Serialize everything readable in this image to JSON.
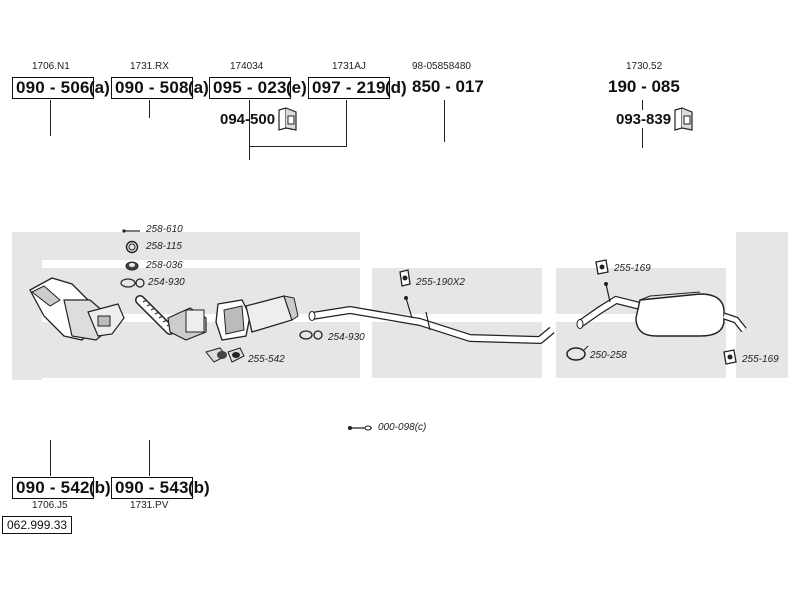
{
  "top_refs": [
    {
      "ref": "1706.N1",
      "part": "090 - 506",
      "suffix": "(a)"
    },
    {
      "ref": "1731.RX",
      "part": "090 - 508",
      "suffix": "(a)"
    },
    {
      "ref": "174034",
      "part": "095 - 023",
      "suffix": "(e)"
    },
    {
      "ref": "1731AJ",
      "part": "097 - 219",
      "suffix": "(d)"
    },
    {
      "ref": "98-05858480",
      "part": "850 - 017",
      "suffix": ""
    },
    {
      "ref": "1730.52",
      "part": "190 - 085",
      "suffix": ""
    }
  ],
  "sub_parts": [
    {
      "part": "094-500"
    },
    {
      "part": "093-839"
    }
  ],
  "bottom_refs": [
    {
      "ref": "1706.J5",
      "part": "090 - 542",
      "suffix": "(b)"
    },
    {
      "ref": "1731.PV",
      "part": "090 - 543",
      "suffix": "(b)"
    }
  ],
  "callouts": [
    {
      "label": "258-610"
    },
    {
      "label": "258-115"
    },
    {
      "label": "258-036"
    },
    {
      "label": "254-930"
    },
    {
      "label": "255-542"
    },
    {
      "label": "254-930"
    },
    {
      "label": "255-190X2"
    },
    {
      "label": "255-169"
    },
    {
      "label": "250-258"
    },
    {
      "label": "255-169"
    },
    {
      "label": "000-098(c)"
    }
  ],
  "footer_code": "062.999.33",
  "colors": {
    "band": "#e6e6e6",
    "ink": "#111111"
  }
}
